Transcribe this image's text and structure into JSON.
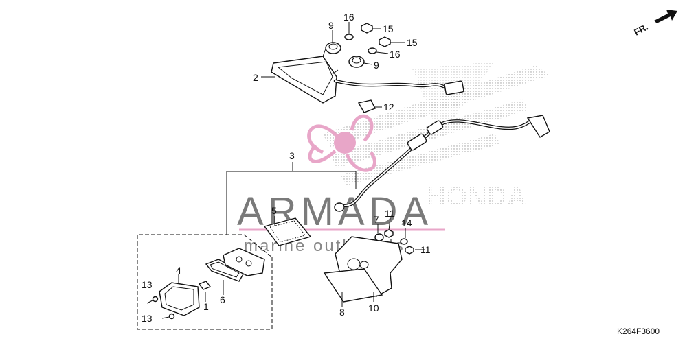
{
  "diagram_code": "K264F3600",
  "direction_marker": "FR.",
  "watermark": {
    "brand": "ARMADA",
    "tagline": "marine outboards",
    "logo_text": "HONDA",
    "color": "#e8a6c8"
  },
  "callouts": [
    "1",
    "2",
    "3",
    "4",
    "5",
    "6",
    "7",
    "8",
    "9",
    "9",
    "10",
    "11",
    "11",
    "12",
    "13",
    "13",
    "14",
    "15",
    "15",
    "16",
    "16"
  ],
  "colors": {
    "ink": "#111111",
    "watermark": "#e8a6c8",
    "background": "#ffffff"
  }
}
